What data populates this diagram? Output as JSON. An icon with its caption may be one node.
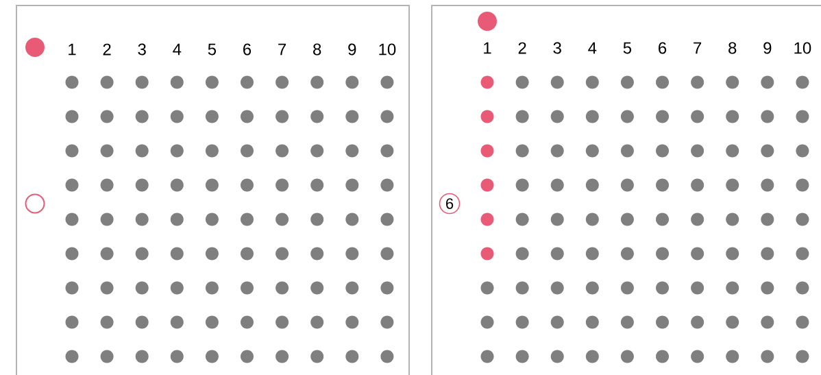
{
  "diagram": {
    "nodes": [
      {
        "text": [],
        "shape": "circle"
      },
      {
        "text": [
          "6"
        ]
      }
    ],
    "labels": [
      "1",
      "2",
      "3",
      "4",
      "5",
      "6",
      "7",
      "8",
      "9",
      "10",
      "1",
      "2",
      "3",
      "4",
      "5",
      "6",
      "7",
      "8",
      "9",
      "10"
    ]
  }
}
